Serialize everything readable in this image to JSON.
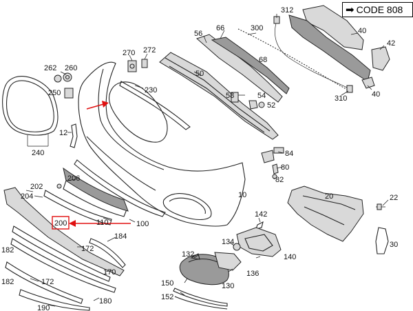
{
  "header": {
    "code_label": "CODE 808",
    "code_arrow_icon": "right-arrow-icon"
  },
  "highlight": {
    "part": "200",
    "color": "#e01010"
  },
  "labels": {
    "p312": "312",
    "p300": "300",
    "p66": "66",
    "p56": "56",
    "p40a": "40",
    "p42": "42",
    "p40b": "40",
    "p68": "68",
    "p270": "270",
    "p272": "272",
    "p262": "262",
    "p260": "260",
    "p250": "250",
    "p230": "230",
    "p50": "50",
    "p58": "58",
    "p54": "54",
    "p52": "52",
    "p310": "310",
    "p12": "12",
    "p240": "240",
    "p84": "84",
    "p80": "80",
    "p82": "82",
    "p206": "206",
    "p202": "202",
    "p204": "204",
    "p20": "20",
    "p22": "22",
    "p10": "10",
    "p142": "142",
    "p200": "200",
    "p110": "110",
    "p100": "100",
    "p184": "184",
    "p172a": "172",
    "p182a": "182",
    "p134": "134",
    "p132": "132",
    "p30": "30",
    "p140": "140",
    "p136": "136",
    "p170": "170",
    "p182b": "182",
    "p172b": "172",
    "p150": "150",
    "p130": "130",
    "p152": "152",
    "p180": "180",
    "p190": "190"
  }
}
